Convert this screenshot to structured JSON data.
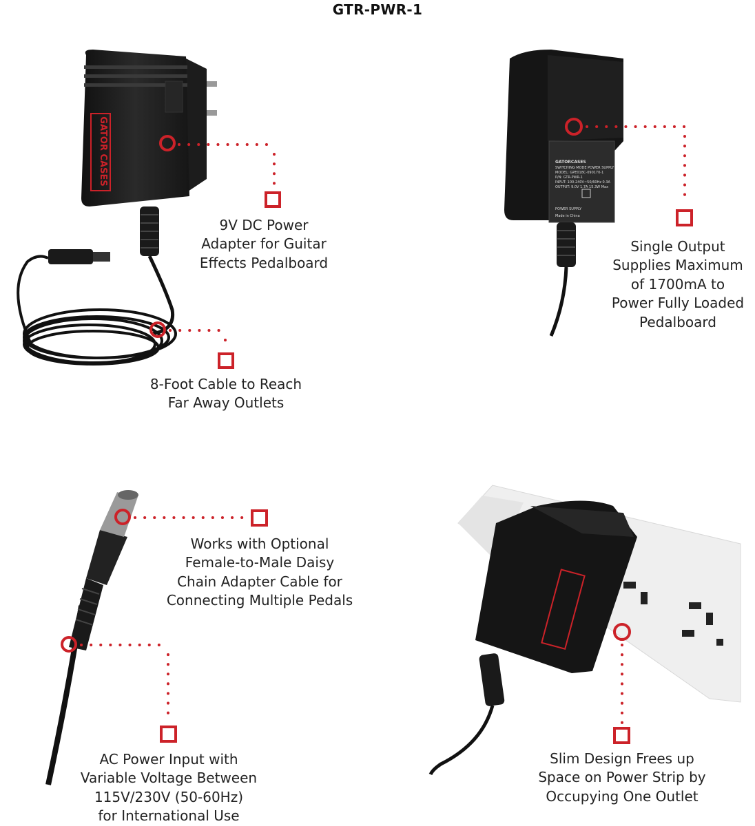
{
  "title": "GTR-PWR-1",
  "brand": "GATOR CASES",
  "accent_color": "#cc2229",
  "label_lines": [
    "GATORCASES",
    "SWITCHING MODE POWER SUPPLY",
    "MODEL: GPE018C-090170-1",
    "P/N: GTR-PWR-1",
    "INPUT: 100-240V~50/60Hz 0.3A",
    "OUTPUT: 9.0V 1.7A 15.3W Max",
    "POWER SUPPLY",
    "Made in China"
  ],
  "callouts": {
    "adapter": [
      "9V DC Power",
      "Adapter for Guitar",
      "Effects Pedalboard"
    ],
    "output": [
      "Single Output",
      "Supplies Maximum",
      "of 1700mA to",
      "Power Fully Loaded",
      "Pedalboard"
    ],
    "cable": [
      "8-Foot Cable to Reach",
      "Far Away Outlets"
    ],
    "daisy": [
      "Works with Optional",
      "Female-to-Male Daisy",
      "Chain Adapter Cable for",
      "Connecting Multiple Pedals"
    ],
    "ac_input": [
      "AC Power Input with",
      "Variable Voltage Between",
      "115V/230V (50-60Hz)",
      "for International Use"
    ],
    "slim": [
      "Slim Design Frees up",
      "Space on Power Strip by",
      "Occupying One Outlet"
    ]
  }
}
